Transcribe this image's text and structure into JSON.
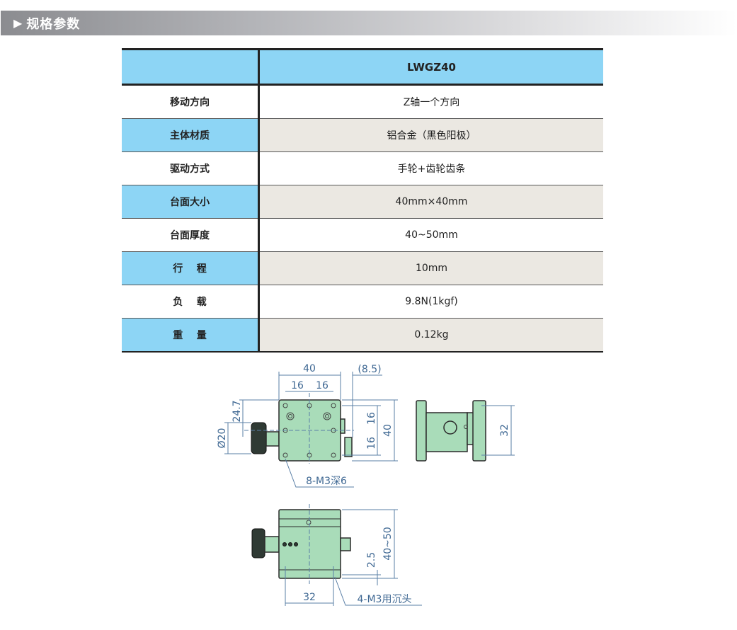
{
  "section": {
    "icon": "play-triangle-icon",
    "arrow": "▶",
    "title": "规格参数"
  },
  "table": {
    "header": [
      "",
      "LWGZ40"
    ],
    "rows": [
      {
        "label": "移动方向",
        "value": "Z轴一个方向"
      },
      {
        "label": "主体材质",
        "value": "铝合金（黑色阳极）"
      },
      {
        "label": "驱动方式",
        "value": "手轮+齿轮齿条"
      },
      {
        "label": "台面大小",
        "value": "40mm×40mm"
      },
      {
        "label": "台面厚度",
        "value": "40~50mm"
      },
      {
        "label": "行    程",
        "value": "10mm"
      },
      {
        "label": "负    载",
        "value": "9.8N(1kgf)"
      },
      {
        "label": "重    量",
        "value": "0.12kg"
      }
    ]
  },
  "drawing": {
    "top_view": {
      "width": "40",
      "offset": "(8.5)",
      "pitch_a": "16",
      "pitch_b": "16",
      "height": "40",
      "vpitch_a": "16",
      "vpitch_b": "16",
      "knob_height": "24.7",
      "knob_dia": "Ø20",
      "hole_note": "8-M3深6"
    },
    "side_view": {
      "pitch": "32"
    },
    "front_view": {
      "height": "40~50",
      "base": "2.5",
      "pitch": "32",
      "hole_note": "4-M3用沉头"
    }
  },
  "colors": {
    "header_blue": "#8dd5f5",
    "alt_row": "#ebe8e2",
    "part_green": "#a9dcb9",
    "dimension": "#3f6893"
  }
}
